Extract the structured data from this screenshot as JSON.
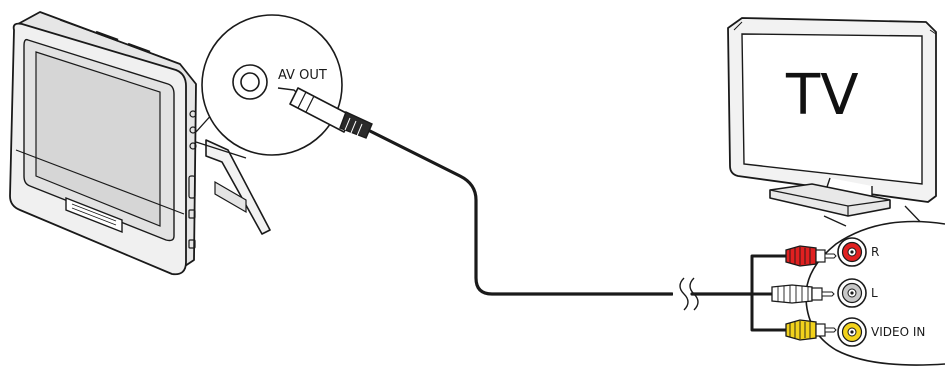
{
  "labels": {
    "av_out": "AV OUT",
    "tv": "TV",
    "right": "R",
    "left": "L",
    "video_in": "VIDEO IN"
  },
  "colors": {
    "line": "#1a1a1a",
    "device_fill": "#ececec",
    "screen_fill": "#dcdcdc",
    "red_jack": "#e02020",
    "white_jack": "#c8c8c8",
    "yellow_jack": "#f2d21c"
  }
}
